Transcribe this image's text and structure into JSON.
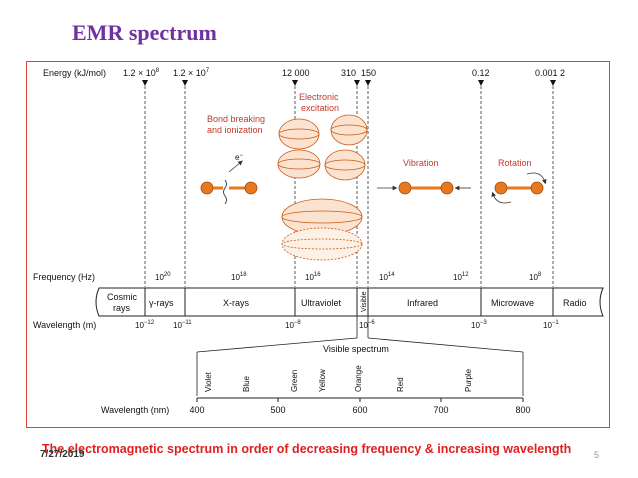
{
  "slide": {
    "title": "EMR spectrum",
    "caption": "The electromagnetic spectrum in order of decreasing frequency & increasing wavelength",
    "date": "7/27/2019",
    "page_number": "5"
  },
  "diagram": {
    "energy_label": "Energy (kJ/mol)",
    "energy_values": [
      {
        "mantissa": "1.2 × 10",
        "exp": "8"
      },
      {
        "mantissa": "1.2 × 10",
        "exp": "7"
      },
      {
        "mantissa": "12 000",
        "exp": ""
      },
      {
        "mantissa": "310",
        "exp": ""
      },
      {
        "mantissa": "150",
        "exp": ""
      },
      {
        "mantissa": "0.12",
        "exp": ""
      },
      {
        "mantissa": "0.001 2",
        "exp": ""
      }
    ],
    "frequency_label": "Frequency (Hz)",
    "frequency_ticks": [
      {
        "base": "10",
        "exp": "20"
      },
      {
        "base": "10",
        "exp": "18"
      },
      {
        "base": "10",
        "exp": "16"
      },
      {
        "base": "10",
        "exp": "14"
      },
      {
        "base": "10",
        "exp": "12"
      },
      {
        "base": "10",
        "exp": "8"
      }
    ],
    "regions": [
      "Cosmic",
      "rays",
      "γ-rays",
      "X-rays",
      "Ultraviolet",
      "Visible",
      "Infrared",
      "Microwave",
      "Radio"
    ],
    "wavelength_m_label": "Wavelength (m)",
    "wavelength_m_ticks": [
      {
        "base": "10",
        "exp": "−12"
      },
      {
        "base": "10",
        "exp": "−11"
      },
      {
        "base": "10",
        "exp": "−8"
      },
      {
        "base": "10",
        "exp": "−6"
      },
      {
        "base": "10",
        "exp": "−3"
      },
      {
        "base": "10",
        "exp": "−1"
      }
    ],
    "process_labels": {
      "bond_line1": "Bond breaking",
      "bond_line2": "and ionization",
      "electronic_line1": "Electronic",
      "electronic_line2": "excitation",
      "vibration": "Vibration",
      "rotation": "Rotation",
      "electron": "e",
      "electron_sup": "−"
    },
    "visible_spectrum_label": "Visible spectrum",
    "colors": [
      "Violet",
      "Blue",
      "Green",
      "Yellow",
      "Orange",
      "Red",
      "Purple"
    ],
    "wavelength_nm_label": "Wavelength (nm)",
    "wavelength_nm_ticks": [
      "400",
      "500",
      "600",
      "700",
      "800"
    ],
    "accent_color": "#e8781e",
    "label_color": "#c0392b"
  }
}
